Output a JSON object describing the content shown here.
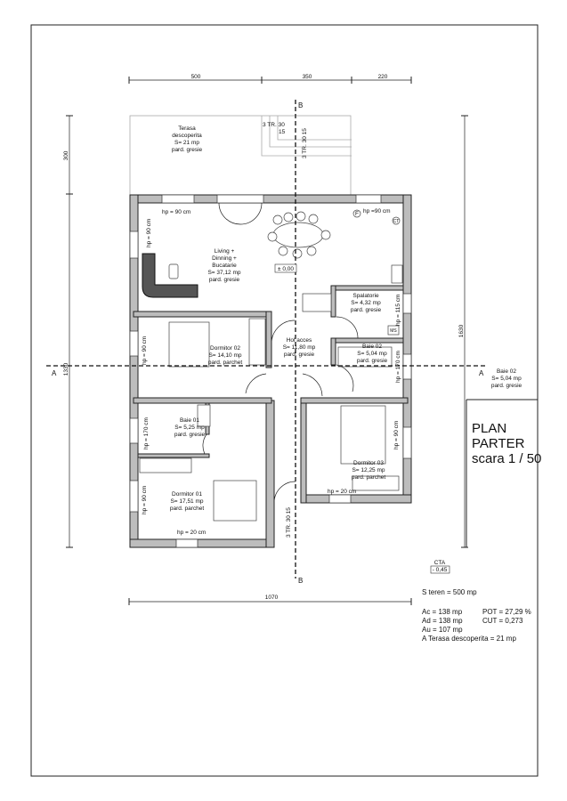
{
  "dimensions": {
    "top": [
      "500",
      "350",
      "220"
    ],
    "left_top": "300",
    "left_total": "1330",
    "right_total": "1630",
    "bottom_total": "1070"
  },
  "section_marks": {
    "a_left": "A",
    "a_right": "A",
    "b_top": "B",
    "b_bottom": "B"
  },
  "terrace": {
    "lines": [
      "Terasa",
      "descoperita",
      "S= 21 mp",
      "pard. gresie"
    ]
  },
  "stairs": {
    "top_a": "3 TR. 30",
    "top_a2": "15",
    "top_b": "3 TR. 30  15",
    "bottom": "3 TR. 30  15"
  },
  "levels": {
    "floor": "± 0,00",
    "cta_label": "CTA",
    "cta_value": "- 0,45"
  },
  "rooms": {
    "living": [
      "Living +",
      "Dinning +",
      "Bucatarie",
      "S= 37,12 mp",
      "pard. gresie"
    ],
    "spalatorie": [
      "Spalatorie",
      "S= 4,32 mp",
      "pard. gresie"
    ],
    "hol": [
      "Hol acces",
      "S= 11,80 mp",
      "pard. gresie"
    ],
    "dormitor02": [
      "Dormitor 02",
      "S= 14,10 mp",
      "pard. parchet"
    ],
    "baie02": [
      "Baie 02",
      "S= 5,04 mp",
      "pard. gresie"
    ],
    "baie01": [
      "Baie 01",
      "S= 5,25 mp",
      "pard. gresie"
    ],
    "dormitor01": [
      "Dormitor 01",
      "S= 17,51 mp",
      "pard. parchet"
    ],
    "dormitor03": [
      "Dormitor 03",
      "S= 12,25 mp",
      "pard. parchet"
    ]
  },
  "sill_heights": {
    "living_top": "hp = 90 cm",
    "kitchen_top": "hp =90 cm",
    "living_left": "hp = 90 cm",
    "spalatorie": "hp = 115 cm",
    "dormitor02": "hp = 90 cm",
    "baie02": "hp = 170 cm",
    "baie01": "hp = 170 cm",
    "dormitor01_left": "hp = 90 cm",
    "dormitor01_bottom": "hp = 20 cm",
    "dormitor03_bottom": "hp = 20 cm",
    "dormitor03_right": "hp = 90 cm"
  },
  "symbols": {
    "fridge": "F",
    "boiler": "CT",
    "washer": "MS"
  },
  "side_note": [
    "Baie 02",
    "S= 5,04 mp",
    "pard. gresie"
  ],
  "title": [
    "PLAN",
    "PARTER",
    "scara 1 / 50"
  ],
  "stats": {
    "teren": "S teren = 500 mp",
    "ac": "Ac  = 138 mp",
    "pot": "POT = 27,29 %",
    "ad": "Ad  = 138 mp",
    "cut": "CUT = 0,273",
    "au": "Au =  107 mp",
    "terasa": "A  Terasa descoperita = 21 mp"
  }
}
